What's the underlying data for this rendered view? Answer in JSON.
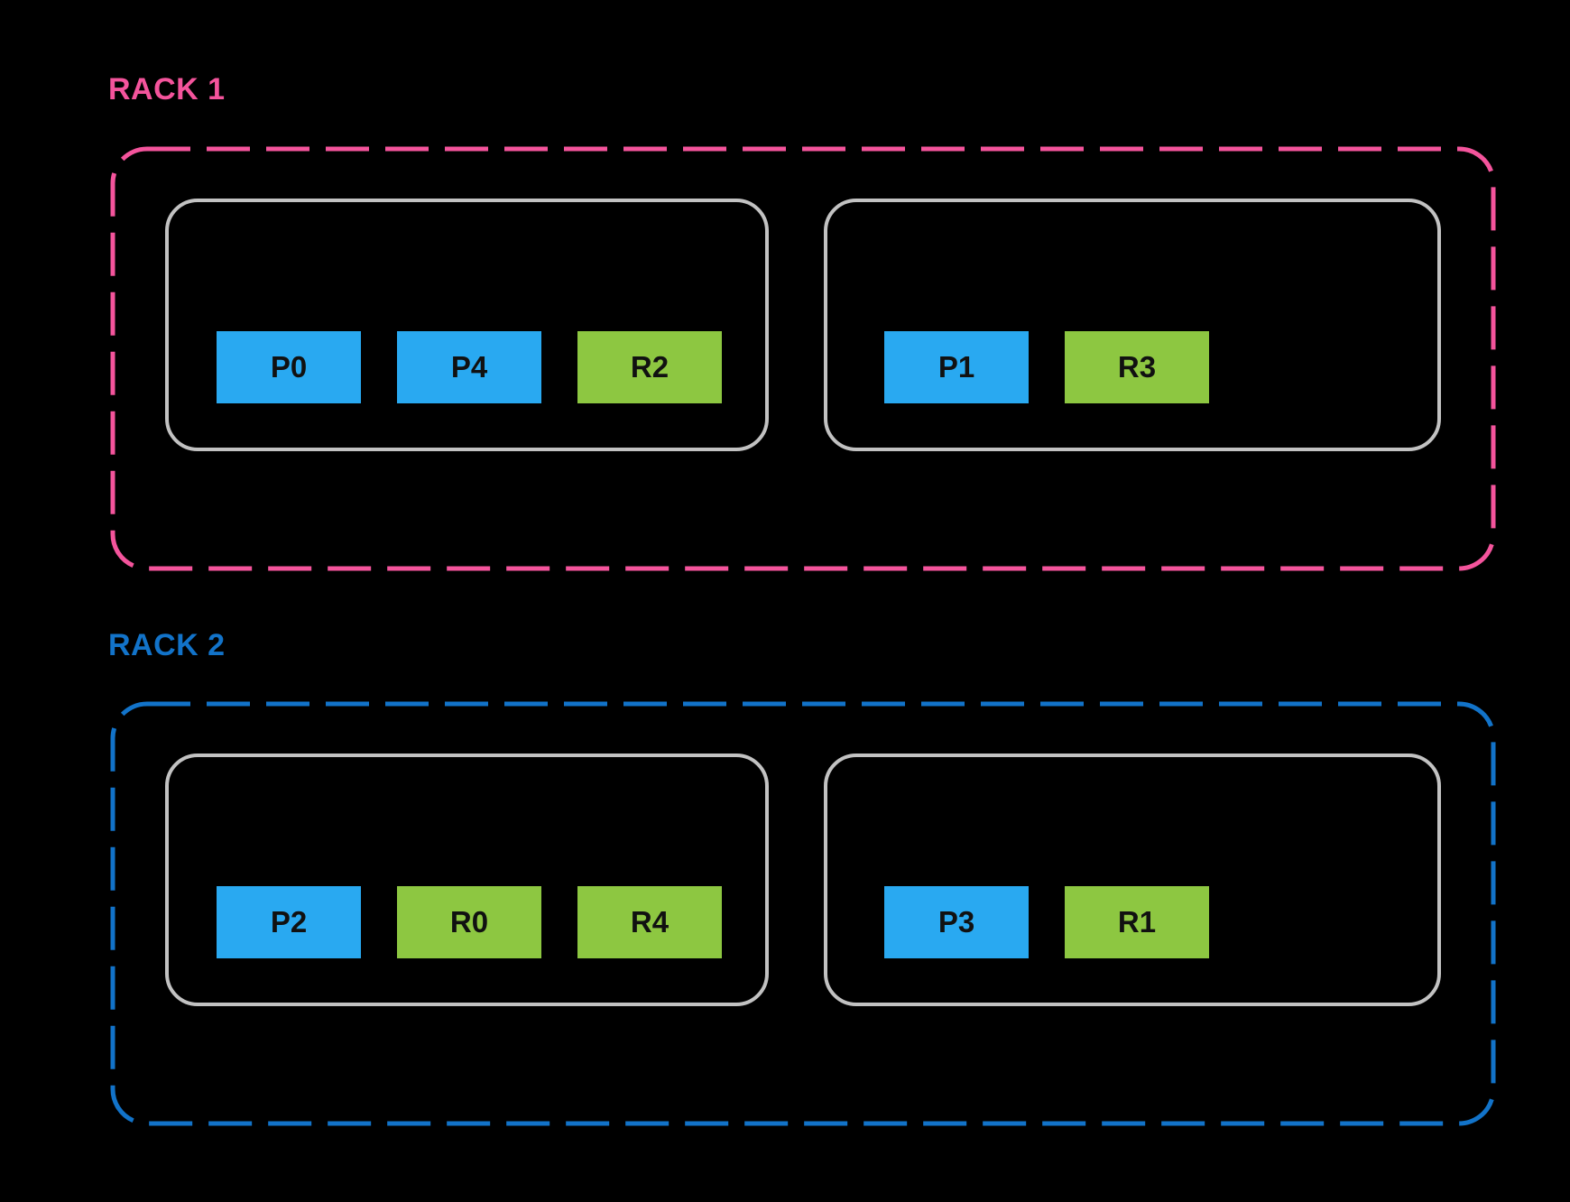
{
  "colors": {
    "background": "#000000",
    "rack1_accent": "#F4549C",
    "rack2_accent": "#1273C9",
    "node_border": "#C2C2C2",
    "partition_block": "#29A9F1",
    "replica_block": "#8DC741",
    "block_label_text": "#111111"
  },
  "racks": [
    {
      "label": "RACK 1",
      "accent": "#F4549C",
      "nodes": [
        {
          "blocks": [
            {
              "label": "P0",
              "kind": "partition"
            },
            {
              "label": "P4",
              "kind": "partition"
            },
            {
              "label": "R2",
              "kind": "replica"
            }
          ]
        },
        {
          "blocks": [
            {
              "label": "P1",
              "kind": "partition"
            },
            {
              "label": "R3",
              "kind": "replica"
            }
          ]
        }
      ]
    },
    {
      "label": "RACK 2",
      "accent": "#1273C9",
      "nodes": [
        {
          "blocks": [
            {
              "label": "P2",
              "kind": "partition"
            },
            {
              "label": "R0",
              "kind": "replica"
            },
            {
              "label": "R4",
              "kind": "replica"
            }
          ]
        },
        {
          "blocks": [
            {
              "label": "P3",
              "kind": "partition"
            },
            {
              "label": "R1",
              "kind": "replica"
            }
          ]
        }
      ]
    }
  ]
}
